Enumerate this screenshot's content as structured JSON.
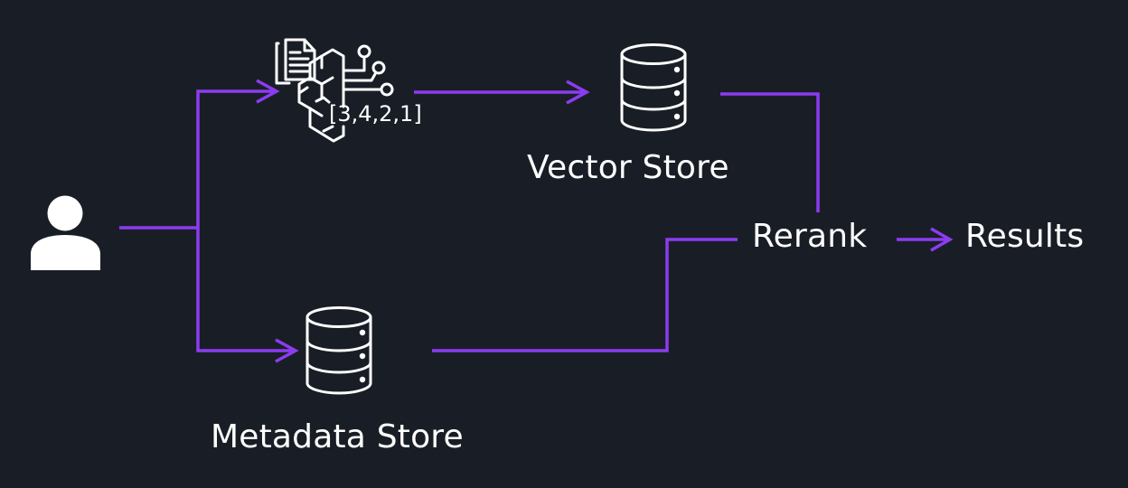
{
  "diagram": {
    "type": "flow",
    "title": "",
    "colors": {
      "background": "#191e26",
      "connector": "#8c3cf0",
      "foreground": "#ffffff"
    },
    "nodes": [
      {
        "id": "user",
        "label": "",
        "icon": "user-icon"
      },
      {
        "id": "embedding",
        "label": "",
        "icon": "embedding-model-icon",
        "vector_text": "[3,4,2,1]"
      },
      {
        "id": "vector_store",
        "label": "Vector Store",
        "icon": "database-icon"
      },
      {
        "id": "metadata_store",
        "label": "Metadata Store",
        "icon": "database-icon"
      },
      {
        "id": "rerank",
        "label": "Rerank"
      },
      {
        "id": "results",
        "label": "Results"
      }
    ],
    "edges": [
      {
        "from": "user",
        "to": "embedding",
        "arrow": true
      },
      {
        "from": "user",
        "to": "metadata_store",
        "arrow": true
      },
      {
        "from": "embedding",
        "to": "vector_store",
        "arrow": true
      },
      {
        "from": "vector_store",
        "to": "rerank",
        "arrow": false
      },
      {
        "from": "metadata_store",
        "to": "rerank",
        "arrow": false
      },
      {
        "from": "rerank",
        "to": "results",
        "arrow": true
      }
    ]
  }
}
